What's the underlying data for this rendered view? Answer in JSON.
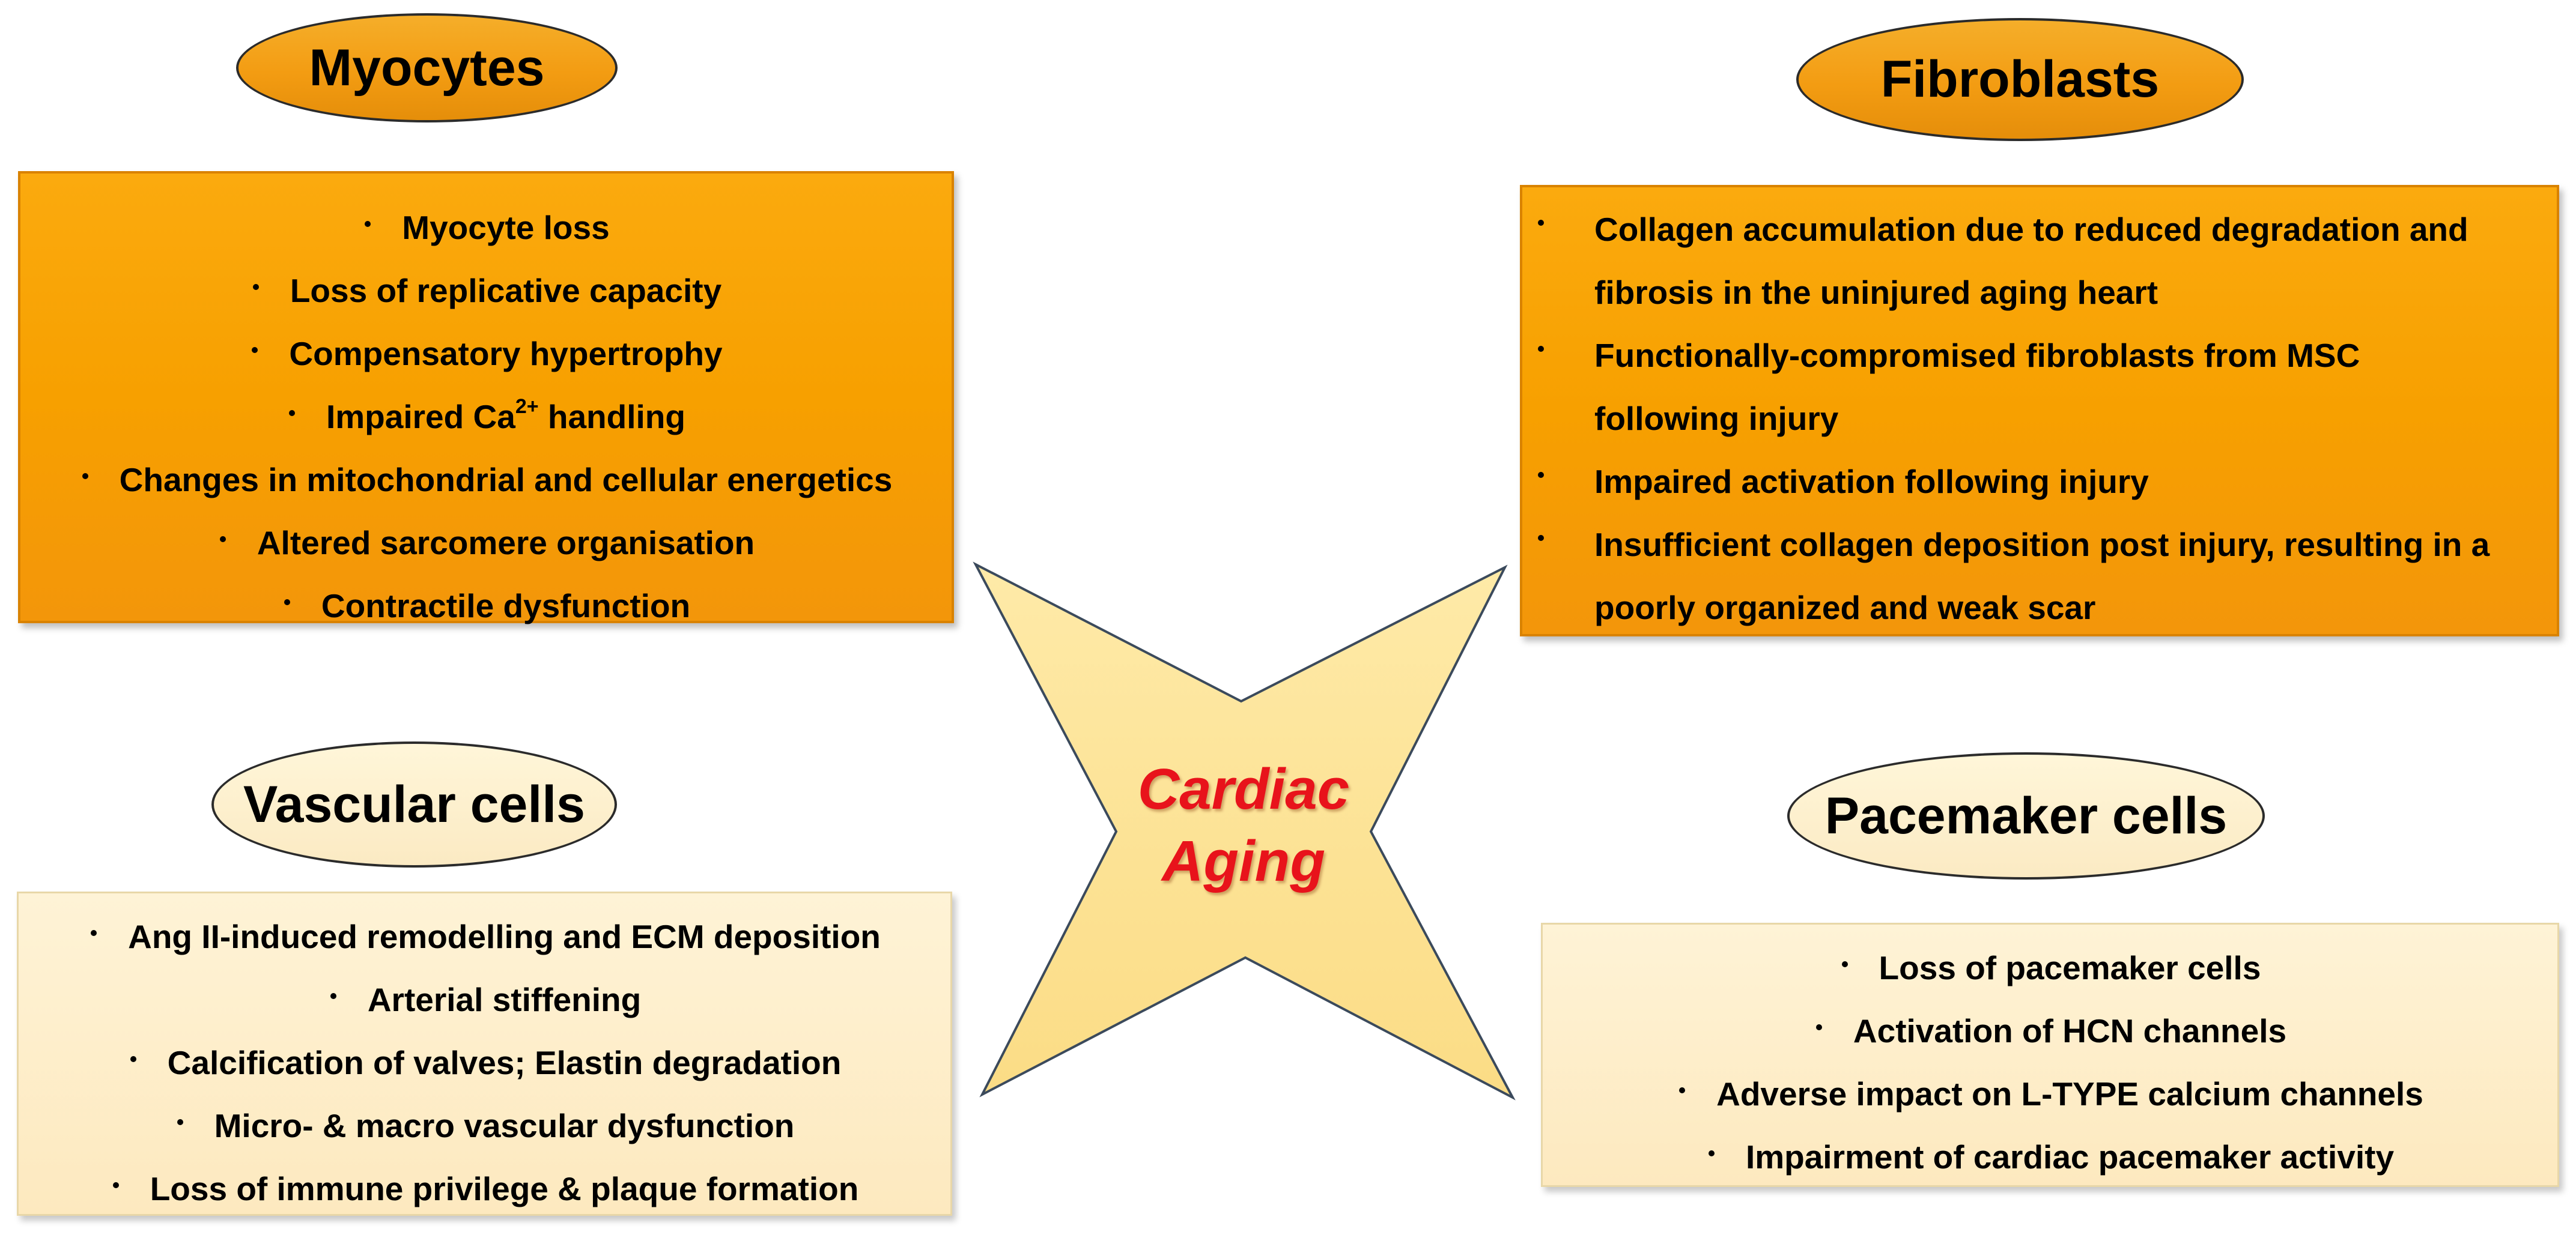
{
  "center": {
    "line1": "Cardiac",
    "line2": "Aging"
  },
  "myocytes": {
    "title": "Myocytes",
    "items": [
      "Myocyte loss",
      "Loss of replicative capacity",
      "Compensatory hypertrophy",
      "Impaired Ca",
      "2+",
      " handling",
      "Changes in mitochondrial and cellular energetics",
      "Altered sarcomere organisation",
      "Contractile dysfunction"
    ]
  },
  "fibroblasts": {
    "title": "Fibroblasts",
    "items": [
      {
        "line1": "Collagen accumulation due to reduced degradation and",
        "line2": "fibrosis in the uninjured aging heart"
      },
      {
        "line1": "Functionally-compromised fibroblasts from MSC",
        "line2": "following injury"
      },
      {
        "line1": "Impaired activation following injury",
        "line2": ""
      },
      {
        "line1": "Insufficient collagen deposition post injury, resulting in a",
        "line2": "poorly organized and weak scar"
      }
    ]
  },
  "vascular": {
    "title": "Vascular cells",
    "items": [
      "Ang II-induced remodelling and ECM deposition",
      "Arterial stiffening",
      "Calcification of valves; Elastin degradation",
      "Micro- & macro vascular dysfunction",
      "Loss of immune privilege & plaque formation"
    ]
  },
  "pacemaker": {
    "title": "Pacemaker cells",
    "items": [
      "Loss of pacemaker cells",
      "Activation of HCN channels",
      "Adverse impact on L-TYPE calcium channels",
      "Impairment of cardiac pacemaker activity"
    ]
  },
  "colors": {
    "orange_fill": "#f7a000",
    "cream_fill": "#fde9bf",
    "star_fill": "#fde59a",
    "center_text": "#e8131b"
  }
}
